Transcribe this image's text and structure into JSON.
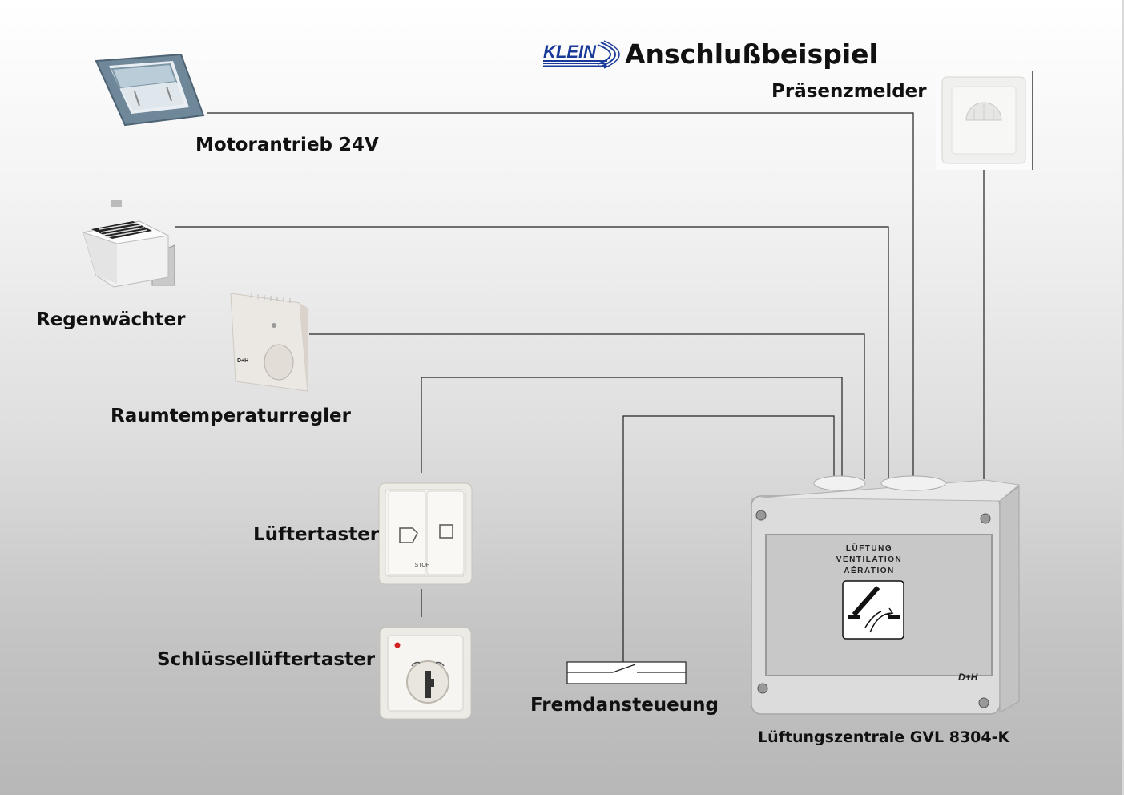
{
  "title": "Anschlußbeispiel",
  "logo": {
    "brand": "KLEIN",
    "color": "#1a3a9a"
  },
  "devices": {
    "motor": {
      "label": "Motorantrieb 24V"
    },
    "rain": {
      "label": "Regenwächter"
    },
    "thermostat": {
      "label": "Raumtemperaturregler",
      "brand": "D+H"
    },
    "fan_button": {
      "label": "Lüftertaster",
      "stop": "STOP"
    },
    "key_button": {
      "label": "Schlüssellüftertaster"
    },
    "external": {
      "label": "Fremdansteueung"
    },
    "presence": {
      "label": "Präsenzmelder"
    },
    "central": {
      "label": "Lüftungszentrale GVL 8304-K",
      "panel_lines": [
        "LÜFTUNG",
        "VENTILATION",
        "AÉRATION"
      ],
      "brand": "D+H"
    }
  }
}
